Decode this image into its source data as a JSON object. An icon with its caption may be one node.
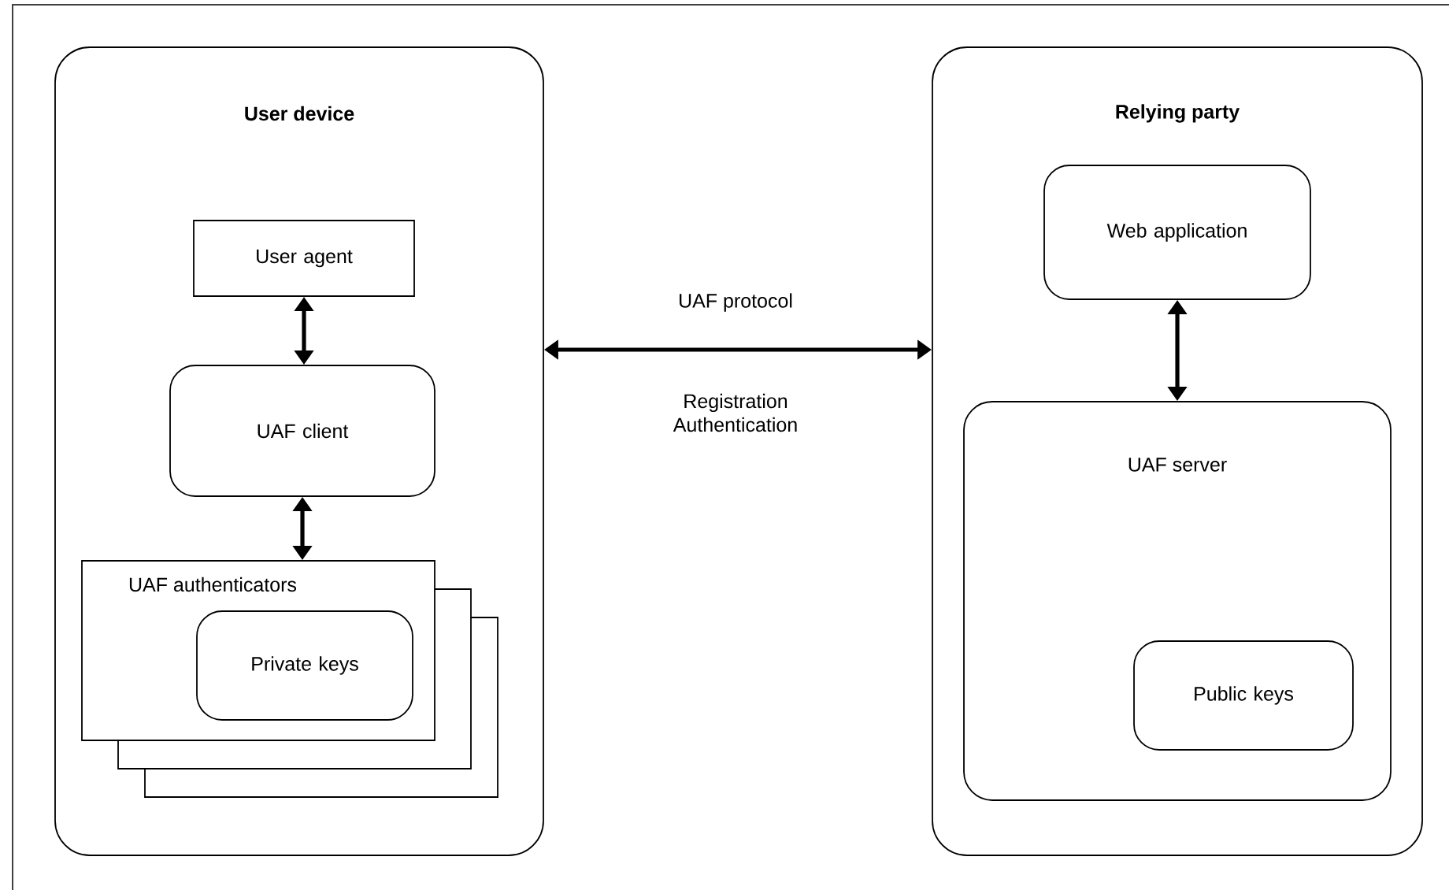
{
  "diagram": {
    "nodes": [
      {
        "text": [
          "User device"
        ]
      },
      {
        "text": [
          "User agent"
        ],
        "in": 0
      },
      {
        "text": [
          "UAF client"
        ],
        "in": 0
      },
      {
        "text": [
          "UAF authenticators"
        ],
        "in": 0
      },
      {
        "text": [
          "Private keys"
        ],
        "in": 3
      },
      {
        "text": [
          "Relying party"
        ]
      },
      {
        "text": [
          "Web application"
        ],
        "in": 5
      },
      {
        "text": [
          "UAF server"
        ],
        "in": 5
      },
      {
        "text": [
          "Public keys"
        ],
        "in": 7
      }
    ],
    "edges": [
      {
        "from": 1,
        "to": 2,
        "arrow": "both"
      },
      {
        "from": 2,
        "to": 3,
        "arrow": "both"
      },
      {
        "from": 0,
        "to": 5,
        "arrow": "both",
        "label": "UAF protocol"
      },
      {
        "from": 6,
        "to": 7,
        "arrow": "both"
      }
    ],
    "labels": [
      "Registration Authentication"
    ]
  }
}
